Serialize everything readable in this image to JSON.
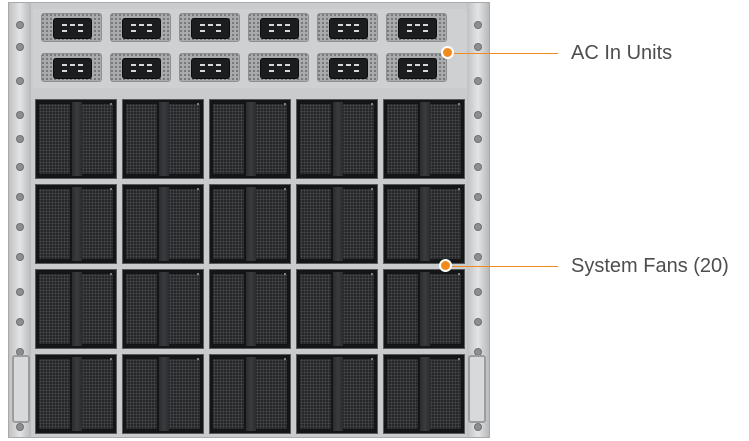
{
  "labels": {
    "ac_in_units": "AC In Units",
    "system_fans": "System Fans (20)"
  },
  "colors": {
    "callout": "#f08a1d",
    "label_text": "#4d4d4d",
    "chassis": "#c9cbcd",
    "fan_face": "#141517"
  },
  "hardware": {
    "psu_rows": 2,
    "psu_cols": 6,
    "fan_rows": 4,
    "fan_cols": 5
  }
}
